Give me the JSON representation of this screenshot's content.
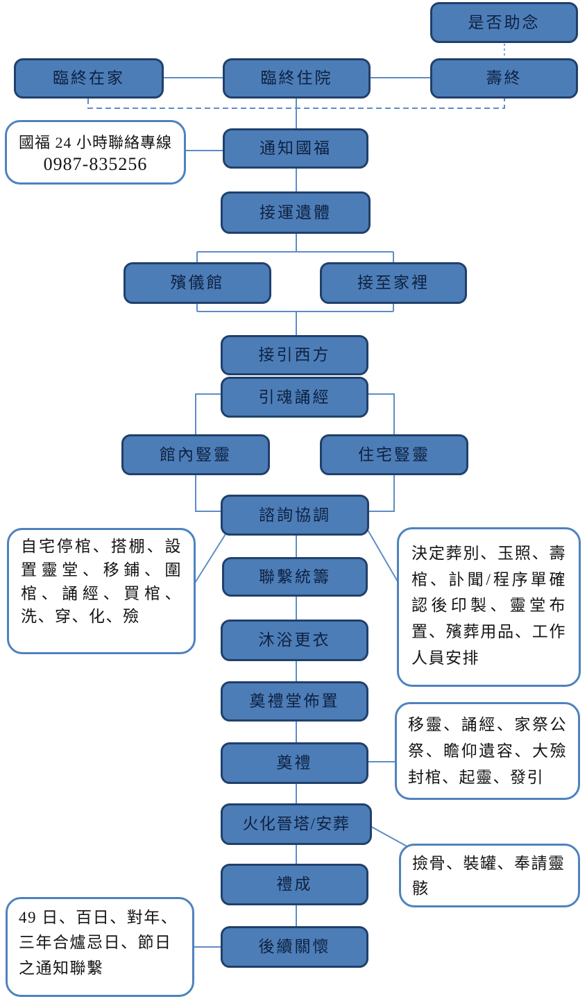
{
  "nodes": {
    "chanting_check": "是否助念",
    "dying_at_home": "臨終在家",
    "dying_in_hospital": "臨終住院",
    "life_end": "壽終",
    "notify_guofu": "通知國福",
    "transport_remains": "接運遺體",
    "funeral_parlor": "殯儀館",
    "bring_home": "接至家裡",
    "guide_west": "接引西方",
    "soul_chanting": "引魂誦經",
    "altar_parlor": "館內豎靈",
    "altar_home": "住宅豎靈",
    "consult_coordinate": "諮詢協調",
    "liaison_planning": "聯繫統籌",
    "bathing_dressing": "沐浴更衣",
    "hall_setup": "奠禮堂佈置",
    "ceremony": "奠禮",
    "cremation_burial": "火化晉塔/安葬",
    "rite_complete": "禮成",
    "followup_care": "後續關懷"
  },
  "callouts": {
    "hotline_line1": "國福 24 小時聯絡專線",
    "hotline_line2": "0987-835256",
    "home_coffin": "自宅停棺、搭棚、設置靈堂、移鋪、圍棺、誦經、買棺、洗、穿、化、殮",
    "decisions": "決定葬別、玉照、壽棺、訃聞/程序單確認後印製、靈堂布置、殯葬用品、工作人員安排",
    "ceremony_items": "移靈、誦經、家祭公祭、瞻仰遺容、大殮封棺、起靈、發引",
    "bone_collection": "撿骨、裝罐、奉請靈骸",
    "followup_dates": "49 日、百日、對年、三年合爐忌日、節日之通知聯繫"
  },
  "colors": {
    "node_fill": "#4d7db7",
    "node_border": "#20406b",
    "node_text": "#0d2140",
    "callout_border": "#4e82be",
    "connector": "#5d8cc6",
    "background": "#ffffff"
  }
}
